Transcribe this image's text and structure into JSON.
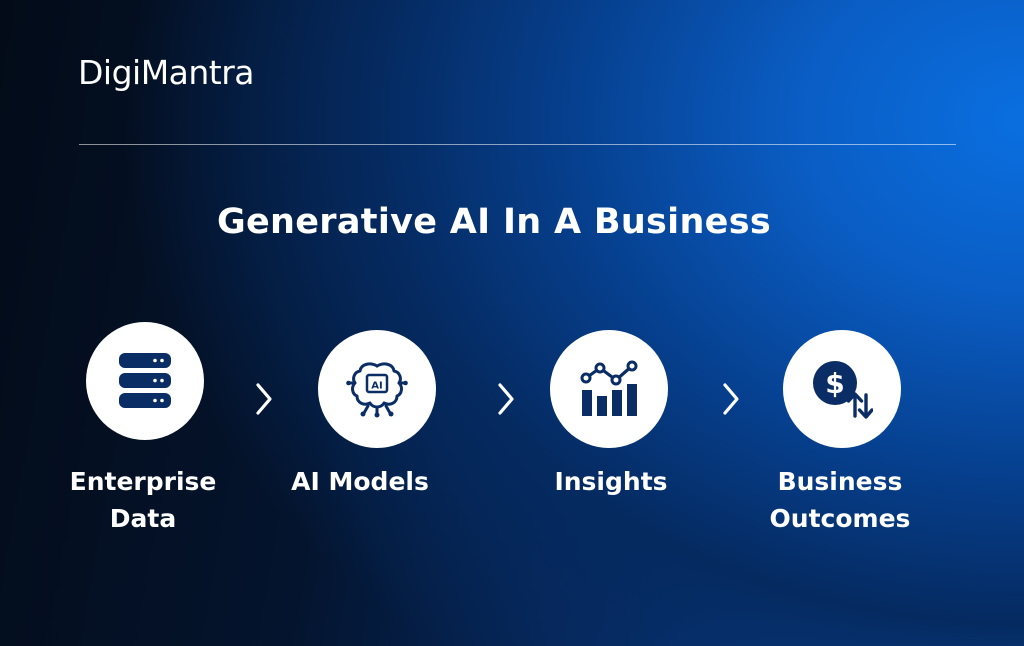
{
  "brand": {
    "logo_text": "DigiMantra"
  },
  "title": "Generative AI In A Business",
  "steps": [
    {
      "icon": "database-icon",
      "label_lines": [
        "Enterprise",
        "Data"
      ]
    },
    {
      "icon": "ai-brain-icon",
      "label_lines": [
        "AI Models"
      ],
      "icon_text": "AI"
    },
    {
      "icon": "bar-chart-trend-icon",
      "label_lines": [
        "Insights"
      ]
    },
    {
      "icon": "dollar-exchange-icon",
      "label_lines": [
        "Business",
        "Outcomes"
      ],
      "icon_text": "$"
    }
  ],
  "colors": {
    "icon": "#0a2d66",
    "circle": "#ffffff",
    "text": "#ffffff",
    "background_dark": "#030b18",
    "background_light": "#0a6fe0"
  }
}
